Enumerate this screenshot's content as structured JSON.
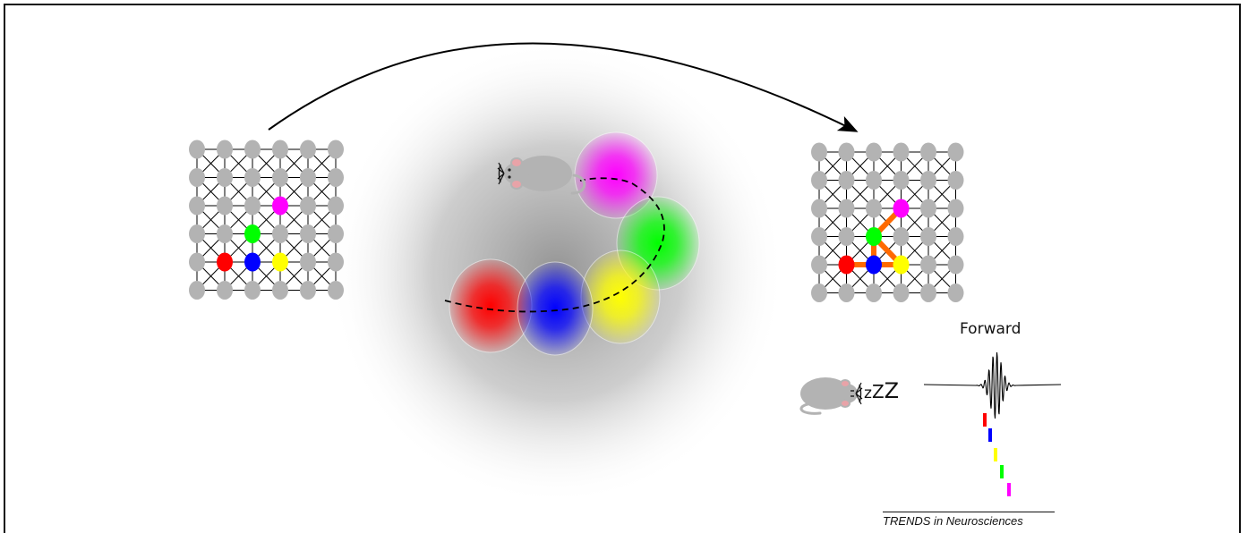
{
  "figure": {
    "forward_label": "Forward",
    "sleep_label": "zZZ",
    "caption": "TRENDS in Neurosciences"
  },
  "cells": [
    {
      "name": "red-cell",
      "color": "#ff0000"
    },
    {
      "name": "blue-cell",
      "color": "#0000ff"
    },
    {
      "name": "yellow-cell",
      "color": "#ffff00"
    },
    {
      "name": "green-cell",
      "color": "#00ff00"
    },
    {
      "name": "magenta-cell",
      "color": "#ff00ff"
    }
  ],
  "colors": {
    "neuron_gray": "#b3b3b3",
    "strengthened_connection": "#ff6a00",
    "arena_gray": "#9a9a9a"
  },
  "icons": [
    "mouse-awake-icon",
    "mouse-sleeping-icon",
    "forward-arrow-icon",
    "lfp-ripple-icon"
  ]
}
